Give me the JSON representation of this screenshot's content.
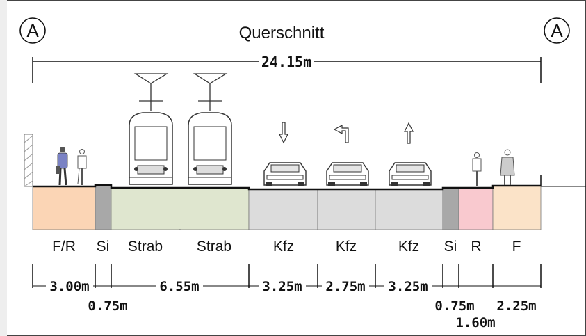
{
  "section_marker_left": "A",
  "section_marker_right": "A",
  "title": "Querschnitt",
  "total_width": "24.15m",
  "segments": [
    {
      "label": "F/R",
      "color": "#fbd5b5"
    },
    {
      "label": "Si",
      "color": "#a8a8a8"
    },
    {
      "label": "Strab",
      "color": "#dfe6cf"
    },
    {
      "label": "Strab",
      "color": "#dfe6cf"
    },
    {
      "label": "Kfz",
      "color": "#dcdcdc"
    },
    {
      "label": "Kfz",
      "color": "#dcdcdc"
    },
    {
      "label": "Kfz",
      "color": "#dcdcdc"
    },
    {
      "label": "Si",
      "color": "#a8a8a8"
    },
    {
      "label": "R",
      "color": "#f9c9cf"
    },
    {
      "label": "F",
      "color": "#fbe3c8"
    }
  ],
  "dimensions": [
    "3.00m",
    "0.75m",
    "6.55m",
    "3.25m",
    "2.75m",
    "3.25m",
    "0.75m",
    "1.60m",
    "2.25m"
  ],
  "direction_arrows": [
    "down-arrow-icon",
    "left-turn-arrow-icon",
    "up-arrow-icon"
  ]
}
